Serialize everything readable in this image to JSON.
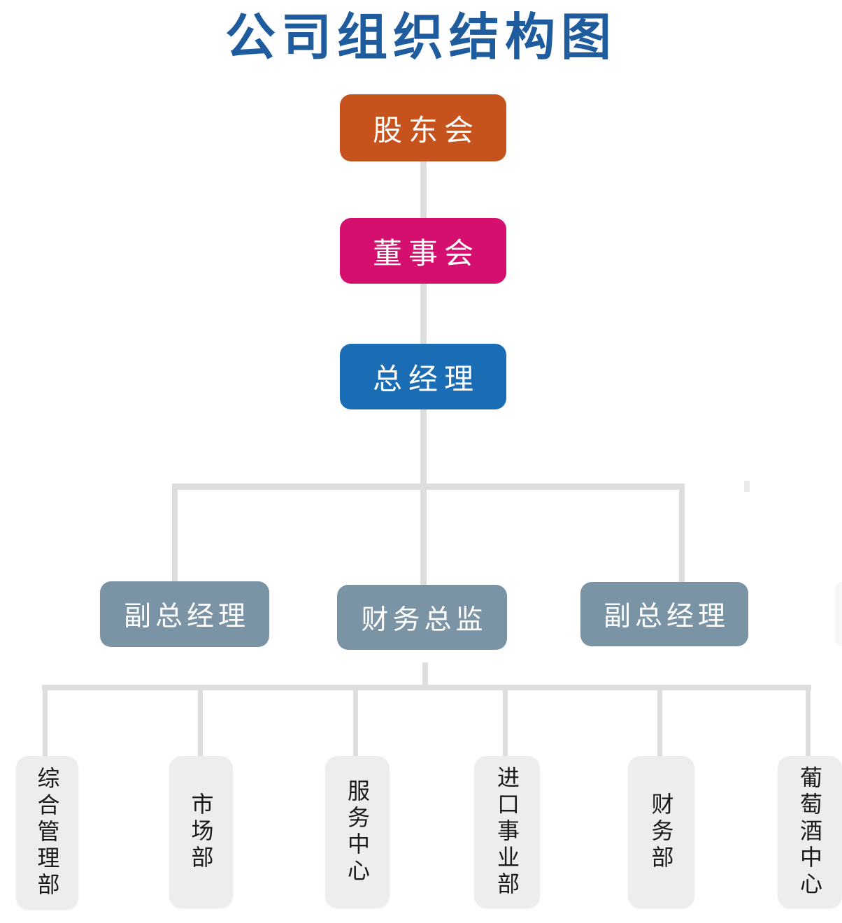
{
  "title": "公司组织结构图",
  "org": {
    "shareholders": {
      "label": "股东会",
      "color": "#C6521E"
    },
    "board": {
      "label": "董事会",
      "color": "#D40F6D"
    },
    "general_manager": {
      "label": "总经理",
      "color": "#1A6CB4"
    },
    "executives": [
      {
        "label": "副总经理"
      },
      {
        "label": "财务总监"
      },
      {
        "label": "副总经理"
      }
    ],
    "departments": [
      {
        "label": "综合管理部"
      },
      {
        "label": "市场部"
      },
      {
        "label": "服务中心"
      },
      {
        "label": "进口事业部"
      },
      {
        "label": "财务部"
      },
      {
        "label": "葡萄酒中心"
      }
    ]
  },
  "colors": {
    "title_text": "#1E5C9E",
    "level1_box": "#C6521E",
    "level2_box": "#D40F6D",
    "level3_box": "#1A6CB4",
    "executive_box": "#7B94A5",
    "department_box": "#EDEDED",
    "department_text": "#1A1A1A",
    "connector_line": "#DEDEDD",
    "node_text": "#FFFFFF",
    "background": "#FFFFFF"
  }
}
